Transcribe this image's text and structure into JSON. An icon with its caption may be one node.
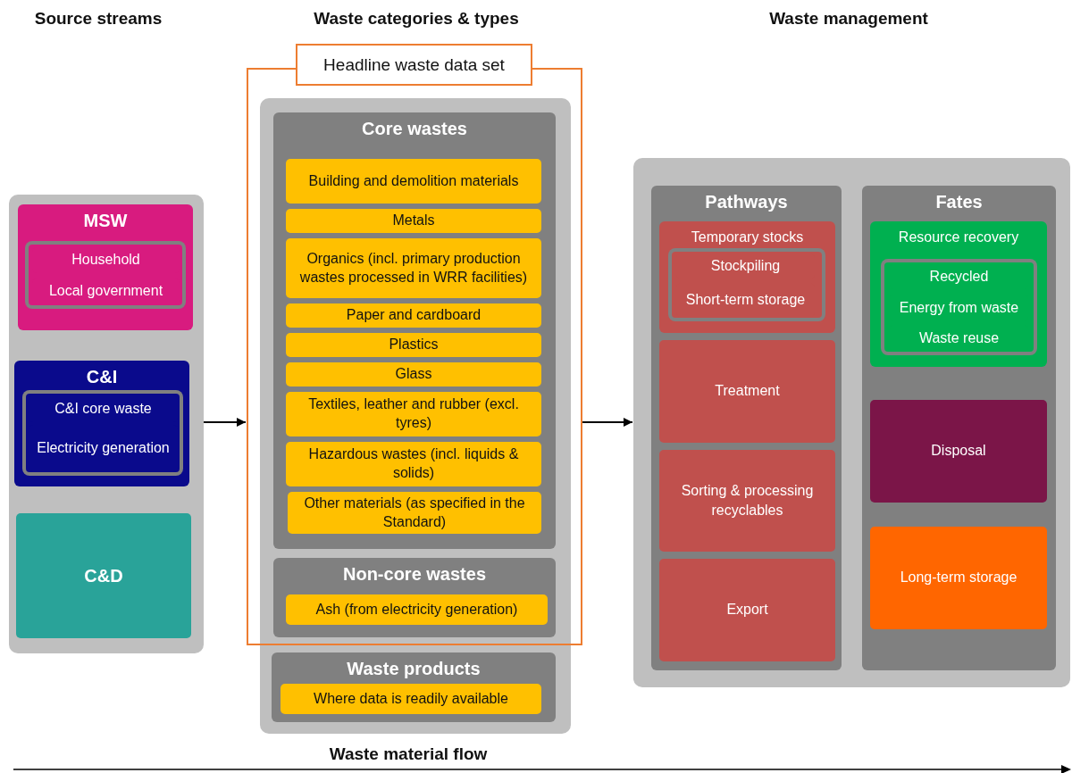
{
  "diagram": {
    "nodes": [
      {
        "text": [],
        "shape": "box"
      },
      {
        "text": [
          "MSW"
        ],
        "in": 0
      },
      {
        "text": [],
        "shape": "box",
        "in": 1
      },
      {
        "text": [
          "Household"
        ],
        "in": 2
      },
      {
        "text": [
          "Local government"
        ],
        "in": 2
      },
      {
        "text": [
          "C&I"
        ],
        "in": 0
      },
      {
        "text": [],
        "shape": "box",
        "in": 5
      },
      {
        "text": [
          "C&I core waste"
        ],
        "in": 6
      },
      {
        "text": [
          "Electricity generation"
        ],
        "in": 6
      },
      {
        "text": [
          "C&D"
        ],
        "in": 0
      },
      {
        "text": [
          "Headline waste data set"
        ]
      },
      {
        "text": [],
        "shape": "box"
      },
      {
        "text": [
          "Core wastes"
        ],
        "in": 10
      },
      {
        "text": [
          "Building and demolition materials"
        ],
        "in": 12
      },
      {
        "text": [
          "Metals"
        ],
        "in": 12
      },
      {
        "text": [
          "Organics (incl. primary production wastes processed in WRR facilities)"
        ],
        "in": 12
      },
      {
        "text": [
          "Paper and cardboard"
        ],
        "in": 12
      },
      {
        "text": [
          "Plastics"
        ],
        "in": 12
      },
      {
        "text": [
          "Glass"
        ],
        "in": 12
      },
      {
        "text": [
          "Textiles, leather and rubber (excl. tyres)"
        ],
        "in": 12
      },
      {
        "text": [
          "Hazardous wastes (incl. liquids & solids)"
        ],
        "in": 12
      },
      {
        "text": [
          "Other materials (as specified in the Standard)"
        ],
        "in": 12
      },
      {
        "text": [
          "Non-core wastes"
        ],
        "in": 10
      },
      {
        "text": [
          "Ash (from electricity generation)"
        ],
        "in": 22
      },
      {
        "text": [
          "Waste products"
        ],
        "in": 11
      },
      {
        "text": [
          "Where data is readily available"
        ],
        "in": 24
      },
      {
        "text": [],
        "shape": "box"
      },
      {
        "text": [
          "Pathways"
        ],
        "in": 26
      },
      {
        "text": [
          "Temporary stocks"
        ],
        "in": 27
      },
      {
        "text": [],
        "shape": "box",
        "in": 28
      },
      {
        "text": [
          "Stockpiling"
        ],
        "in": 29
      },
      {
        "text": [
          "Short-term storage"
        ],
        "in": 29
      },
      {
        "text": [
          "Treatment"
        ],
        "in": 27
      },
      {
        "text": [
          "Sorting & processing recyclables"
        ],
        "in": 27
      },
      {
        "text": [
          "Export"
        ],
        "in": 27
      },
      {
        "text": [
          "Fates"
        ],
        "in": 26
      },
      {
        "text": [
          "Resource recovery"
        ],
        "in": 35
      },
      {
        "text": [],
        "shape": "box",
        "in": 36
      },
      {
        "text": [
          "Recycled"
        ],
        "in": 37
      },
      {
        "text": [
          "Energy from waste"
        ],
        "in": 37
      },
      {
        "text": [
          "Waste reuse"
        ],
        "in": 37
      },
      {
        "text": [
          "Disposal"
        ],
        "in": 35
      },
      {
        "text": [
          "Long-term storage"
        ],
        "in": 35
      }
    ],
    "edges": [
      {
        "from": 0,
        "to": 10,
        "arrow": "to"
      },
      {
        "from": 10,
        "to": 26,
        "arrow": "to"
      }
    ],
    "labels": [
      "Source streams",
      "Waste categories & types",
      "Waste management",
      "Waste material flow"
    ]
  }
}
